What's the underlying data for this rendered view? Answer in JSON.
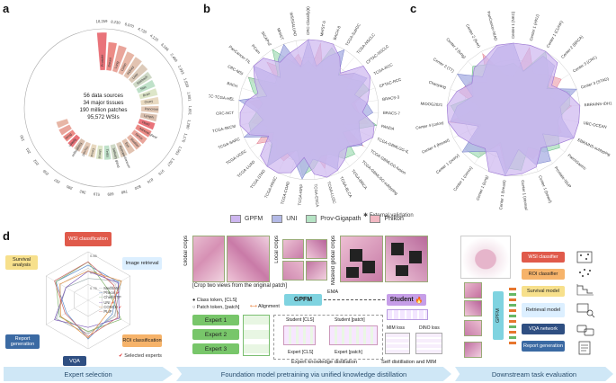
{
  "panels": {
    "a": "a",
    "b": "b",
    "c": "c",
    "d": "d"
  },
  "panel_a": {
    "center_text": [
      "56 data sources",
      "34 major tissues",
      "190 million patches",
      "95,572 WSIs"
    ],
    "outer_numbers": [
      "18,259",
      "8,230",
      "6,970",
      "4,720",
      "4,125",
      "3,166",
      "2,469",
      "1,993",
      "1,833",
      "1,801",
      "1,651",
      "1,280",
      "1,170",
      "1,063",
      "1,027",
      "979",
      "874",
      "820",
      "788",
      "609",
      "519",
      "362",
      "285",
      "257",
      "256",
      "202",
      "201",
      "150"
    ],
    "tissue_labels": [
      "Prostate",
      "Breast",
      "Lung",
      "Colon",
      "Kidney",
      "Liver",
      "Stomach",
      "Skin",
      "Brain",
      "Ovary",
      "Pancreas",
      "Lymph",
      "Heart",
      "Adrenal gland",
      "Nerve",
      "Bladder",
      "Eye",
      "Retroperitoneum",
      "Salivary gland",
      "Testis",
      "Uterus",
      "Cervix",
      "Thyroid",
      "Esophagus",
      "Spleen",
      "Bone"
    ]
  },
  "panel_b": {
    "spoke_labels": [
      "CRC-Classify(8)",
      "MHIST-5",
      "BACH-8",
      "TCGA-SubGC",
      "TCGA-NSCLC",
      "CPTAC-NSCLC",
      "TCGA-RCC",
      "CPTAC-RCC",
      "BRACS-3",
      "BRACS-7",
      "PANDA",
      "TCGA-GBMLGG-IDH1",
      "TCGA-GBMLGG-fusion",
      "TCGA-GBMLGG-subtyping",
      "TCGA-BRCA",
      "TCGA-BLCA",
      "TCGA-LUSC",
      "TCGA-ESCA",
      "TCGA-KIRP",
      "TCGA-COAD",
      "TCGA-HNSC",
      "TCGA-STAD",
      "TCGA-LUAD",
      "TCGA-UCEC",
      "TCGA-SARC",
      "TCGA-SKCM",
      "CRC-NCT",
      "CCRCC-TCGA-HEL",
      "BACH",
      "CRC-MSI",
      "PanCancer-TIL",
      "PCam",
      "SICAPv2",
      "MHIST",
      "WSSS4LUAD"
    ],
    "footnote": "External validation"
  },
  "panel_c": {
    "spoke_labels": [
      "Center 1 (NKC)",
      "Center 1 (HKU)",
      "Center 1 (CUHK)",
      "Center 2 (BRCA)",
      "Center 3 (CRC)",
      "Center 3 (STAD)",
      "EBRAINS-IDH1",
      "UBC-OCEAN",
      "EBRAINS-subtyping",
      "PatchGastric",
      "Prostate-ISUP",
      "Center 1 (bowel)",
      "Center 1 (stomach)",
      "Center 1 (breast)",
      "Center 1 (lung)",
      "Center 1 (cervix)",
      "Center 1 (ovary)",
      "Center 4 (breast)",
      "Center 4 (colon)",
      "MIDOG2021",
      "Chaoyang",
      "Center 2 (TT)",
      "Center 2 (lung)",
      "Center 2 (liver)",
      "PanCancer-NIAD"
    ]
  },
  "legend": [
    {
      "label": "GPFM",
      "color": "#cdb6ef"
    },
    {
      "label": "UNI",
      "color": "#b3b9e6"
    },
    {
      "label": "Prov-Gigapath",
      "color": "#b5e3c4"
    },
    {
      "label": "Phikon",
      "color": "#f2b8c2"
    }
  ],
  "panel_d": {
    "tasks": [
      "WSI classification",
      "Image retrieval",
      "ROI classification",
      "VQA",
      "Report generation",
      "Survival analysis"
    ],
    "ring_values": [
      "0.85",
      "0.80",
      "0.75"
    ],
    "models": [
      "MedSAM",
      "Phikon",
      "Chief/CTP",
      "UNI",
      "CONCH",
      "PLIP"
    ],
    "selected_label": "Selected experts",
    "crop_titles": [
      "Global crops",
      "Local crops",
      "Masked global crops"
    ],
    "crop_note": "[Crop two views from the original patch]",
    "gpfm": "GPFM",
    "student": "Student",
    "ema": "EMA",
    "class_token": "Class token, [CLS]",
    "patch_token": "Patch token, [patch]",
    "alignment": "Alignment",
    "experts": [
      "Expert 1",
      "Expert 2",
      "Expert 3"
    ],
    "student_cls": "Student [CLS]",
    "student_patch": "Student [patch]",
    "expert_cls": "Expert [CLS]",
    "expert_patch": "Expert [patch]",
    "mim_loss": "MIM loss",
    "dino_loss": "DINO loss",
    "ekd_label": "Expert knowledge distillation",
    "sd_label": "Self distillation and MIM",
    "heads": [
      "WSI classifier",
      "ROI classifier",
      "Survival model",
      "Retrieval model",
      "VQA network",
      "Report generation"
    ]
  },
  "banners": [
    "Expert selection",
    "Foundation model pretraining via unified knowledge distillation",
    "Downstream task evaluation"
  ],
  "colors": {
    "gpfm": "#cdb6ef",
    "uni": "#b3b9e6",
    "prov": "#b5e3c4",
    "phikon": "#f2b8c2",
    "banner": "#cfe7f6",
    "expert_green": "#78c66a",
    "student_purple": "#c69ee8",
    "gpfm_teal": "#7fd3e0"
  }
}
